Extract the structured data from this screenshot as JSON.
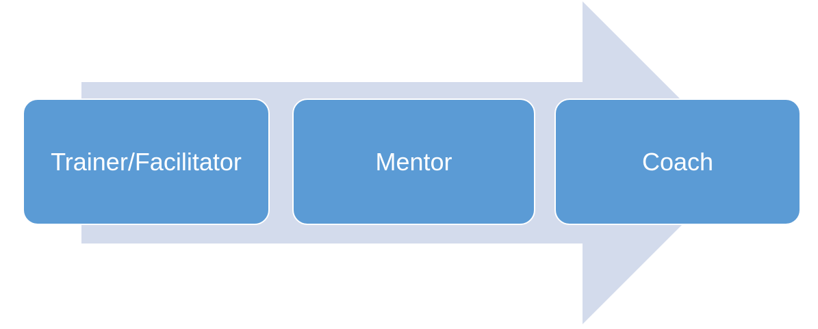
{
  "diagram": {
    "type": "process-arrow",
    "direction": "right",
    "background_color": "#ffffff",
    "arrow": {
      "fill_color": "#d3dbec"
    },
    "step_style": {
      "fill_color": "#5b9bd5",
      "border_color": "#ffffff",
      "text_color": "#ffffff"
    },
    "steps": [
      {
        "label": "Trainer/Facilitator"
      },
      {
        "label": "Mentor"
      },
      {
        "label": "Coach"
      }
    ]
  }
}
